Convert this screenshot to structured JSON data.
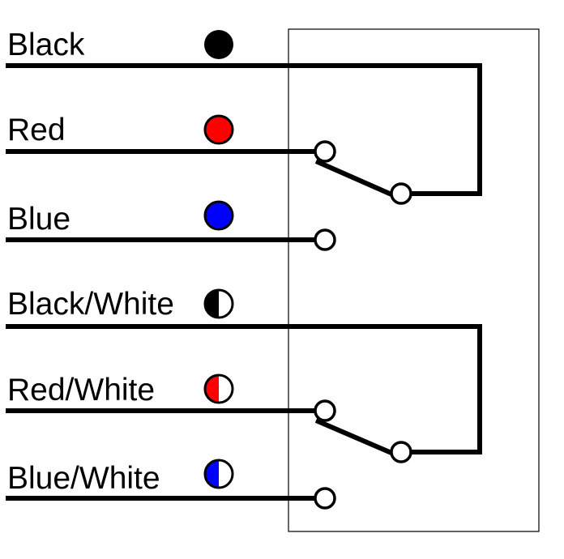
{
  "wires": [
    {
      "id": "black",
      "label": "Black",
      "color": "#000000",
      "style": "solid"
    },
    {
      "id": "red",
      "label": "Red",
      "color": "#ff0000",
      "style": "solid"
    },
    {
      "id": "blue",
      "label": "Blue",
      "color": "#0000ff",
      "style": "solid"
    },
    {
      "id": "black-white",
      "label": "Black/White",
      "color": "#000000",
      "style": "half-white"
    },
    {
      "id": "red-white",
      "label": "Red/White",
      "color": "#ff0000",
      "style": "half-white"
    },
    {
      "id": "blue-white",
      "label": "Blue/White",
      "color": "#0000ff",
      "style": "half-white"
    }
  ],
  "switches": [
    {
      "id": "switch-1",
      "common": "black",
      "normally_closed": "red",
      "normally_open": "blue"
    },
    {
      "id": "switch-2",
      "common": "black-white",
      "normally_closed": "red-white",
      "normally_open": "blue-white"
    }
  ]
}
